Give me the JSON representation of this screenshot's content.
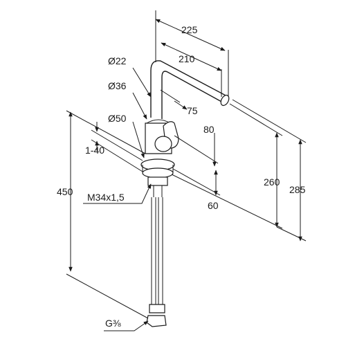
{
  "dimensions": {
    "d225": "225",
    "d210": "210",
    "d75": "75",
    "d80": "80",
    "d60": "60",
    "d260": "260",
    "d285": "285",
    "d450": "450",
    "dia22": "Ø22",
    "dia36": "Ø36",
    "dia50": "Ø50",
    "range": "1-40",
    "thread": "M34x1,5",
    "pipe": "G⅜"
  }
}
